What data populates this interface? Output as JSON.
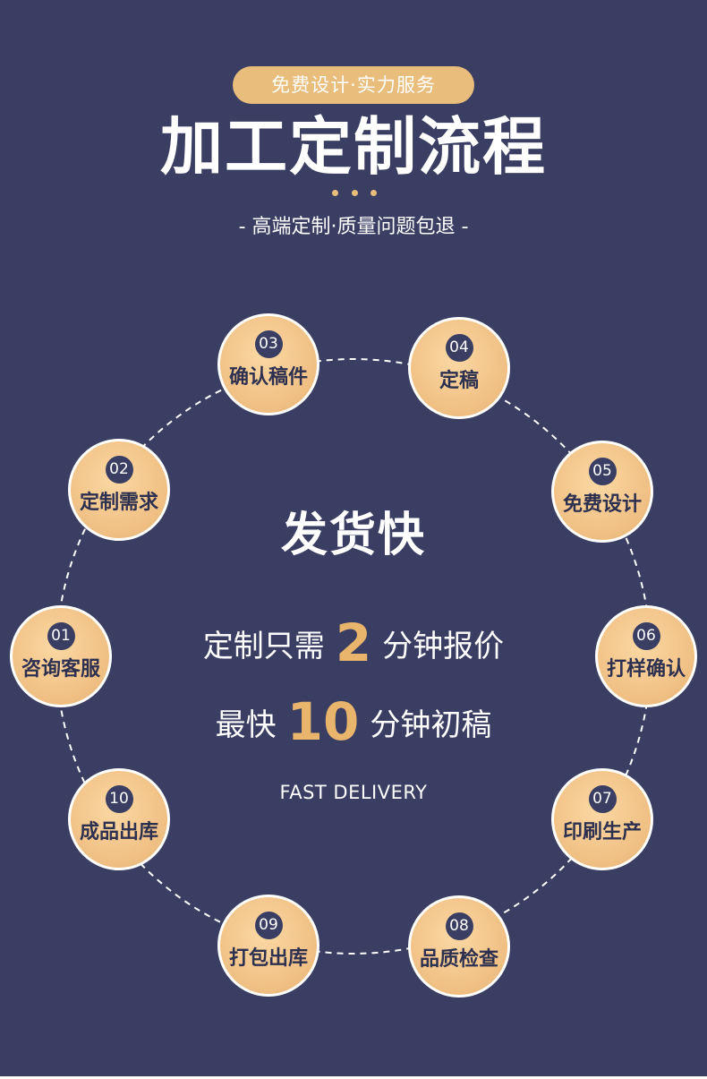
{
  "header": {
    "badge": "免费设计·实力服务",
    "title": "加工定制流程",
    "subtitle": "- 高端定制·质量问题包退 -"
  },
  "center": {
    "title": "发货快",
    "line1_prefix": "定制只需",
    "line1_number": "2",
    "line1_suffix": "分钟报价",
    "line2_prefix": "最快",
    "line2_number": "10",
    "line2_suffix": "分钟初稿",
    "english": "FAST DELIVERY"
  },
  "steps": [
    {
      "num": "01",
      "label": "咨询客服"
    },
    {
      "num": "02",
      "label": "定制需求"
    },
    {
      "num": "03",
      "label": "确认稿件"
    },
    {
      "num": "04",
      "label": "定稿"
    },
    {
      "num": "05",
      "label": "免费设计"
    },
    {
      "num": "06",
      "label": "打样确认"
    },
    {
      "num": "07",
      "label": "印刷生产"
    },
    {
      "num": "08",
      "label": "品质检查"
    },
    {
      "num": "09",
      "label": "打包出库"
    },
    {
      "num": "10",
      "label": "成品出库"
    }
  ],
  "colors": {
    "background": "#3a3e63",
    "accent": "#e9bd7b",
    "highlight": "#e9b56d"
  }
}
